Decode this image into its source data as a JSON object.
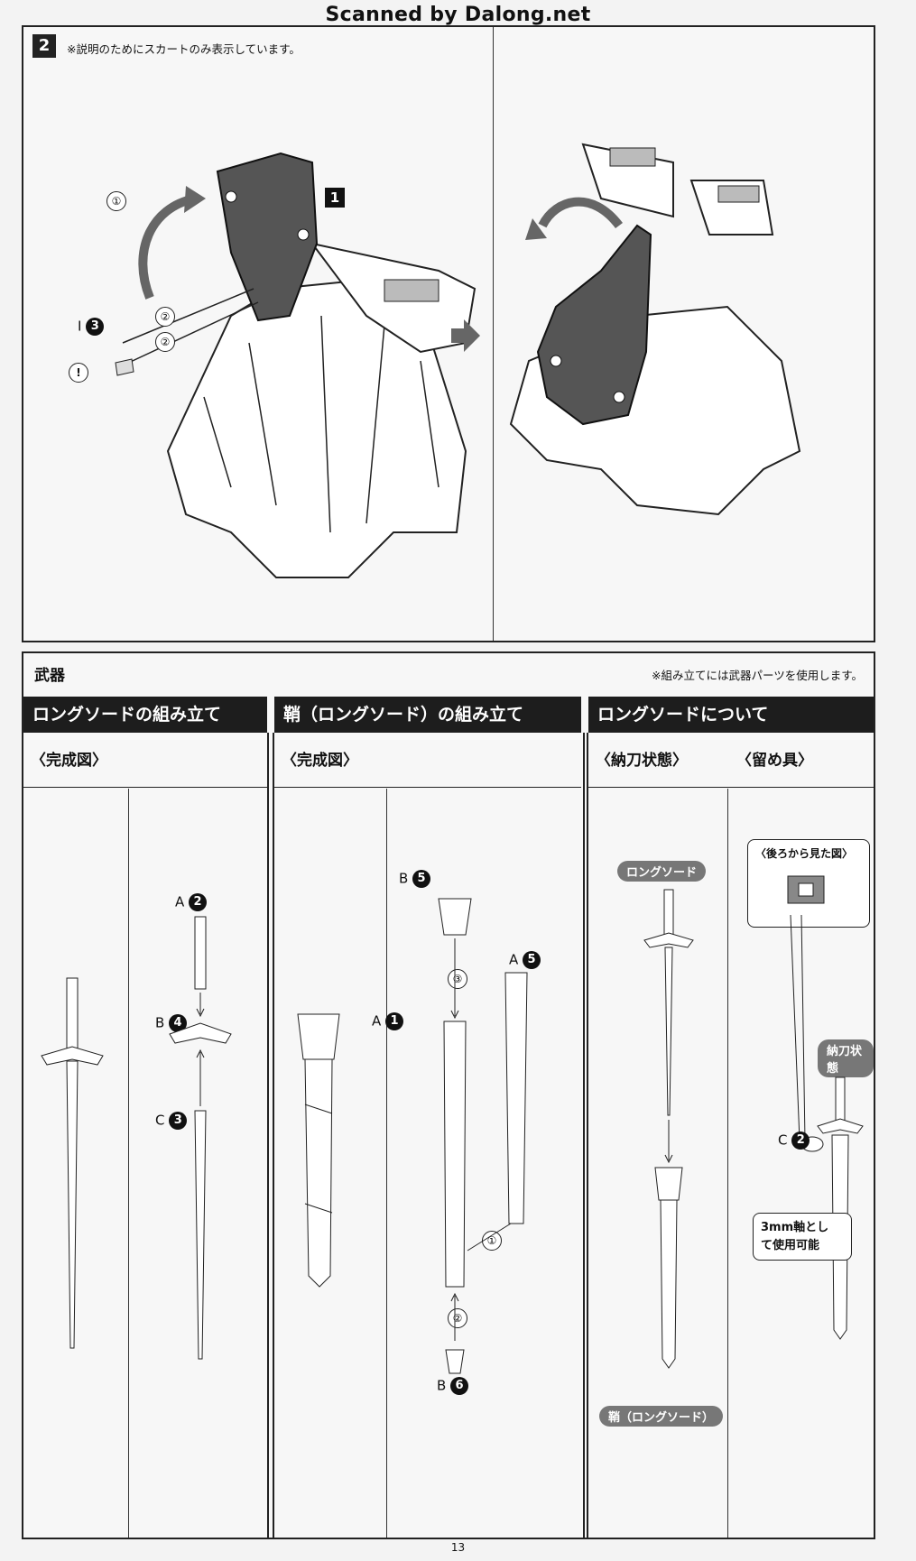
{
  "watermark": "Scanned by Dalong.net",
  "step2": {
    "number": "2",
    "note": "※説明のためにスカートのみ表示しています。",
    "part_label_1": "1",
    "circle_1": "①",
    "circle_2a": "②",
    "circle_2b": "②",
    "part_I": "I",
    "part_I_num": "3",
    "warning": "!"
  },
  "weapons": {
    "title": "武器",
    "note": "※組み立てには武器パーツを使用します。",
    "sections": [
      {
        "title": "ロングソードの組み立て",
        "subtitle": "〈完成図〉"
      },
      {
        "title": "鞘（ロングソード）の組み立て",
        "subtitle": "〈完成図〉"
      },
      {
        "title": "ロングソードについて",
        "subtitle": "〈納刀状態〉",
        "subtitle2": "〈留め具〉"
      }
    ],
    "sword_parts": [
      {
        "letter": "A",
        "num": "2"
      },
      {
        "letter": "B",
        "num": "4"
      },
      {
        "letter": "C",
        "num": "3"
      }
    ],
    "sheath_parts": [
      {
        "letter": "B",
        "num": "5"
      },
      {
        "letter": "A",
        "num": "5"
      },
      {
        "letter": "A",
        "num": "1"
      },
      {
        "letter": "B",
        "num": "6"
      }
    ],
    "sheath_steps": [
      "③",
      "①",
      "②"
    ],
    "pills": {
      "longsword": "ロングソード",
      "sheath": "鞘（ロングソード）",
      "sheathed": "納刀状態"
    },
    "back_view": "〈後ろから見た図〉",
    "clip_part": {
      "letter": "C",
      "num": "2"
    },
    "clip_note_line1": "3mm軸とし",
    "clip_note_line2": "て使用可能"
  },
  "page_number": "13"
}
